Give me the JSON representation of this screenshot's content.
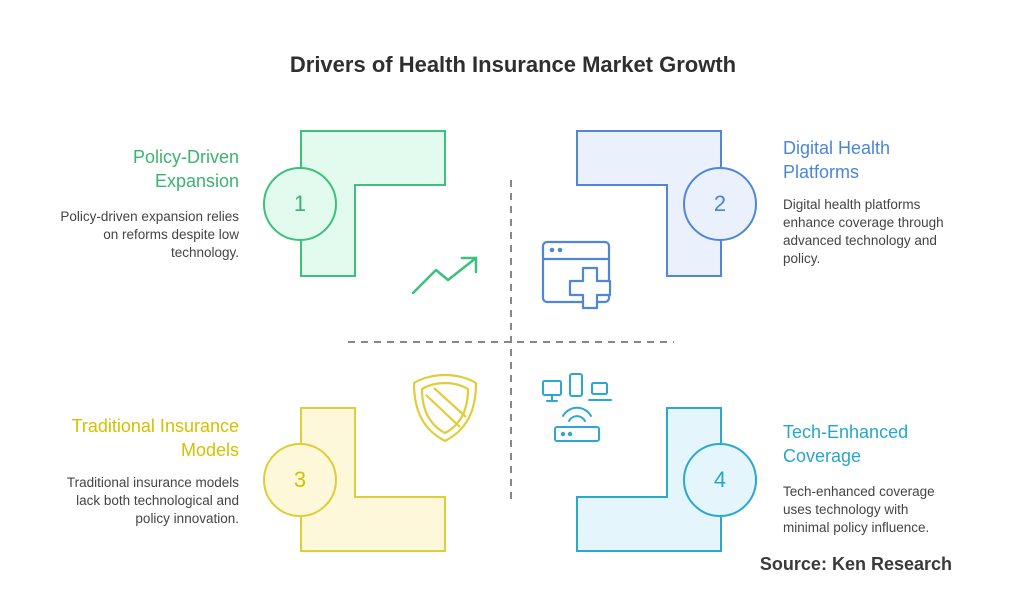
{
  "title": "Drivers of Health Insurance Market Growth",
  "source": "Source: Ken Research",
  "quadrants": [
    {
      "number": "1",
      "title": "Policy-Driven Expansion",
      "desc": "Policy-driven expansion relies on reforms despite low technology.",
      "color": "#3cc07a",
      "fill": "#e2fbee",
      "text_color": "#3cb371"
    },
    {
      "number": "2",
      "title": "Digital Health Platforms",
      "desc": "Digital health platforms enhance coverage through advanced technology and policy.",
      "color": "#4f86d8",
      "fill": "#ebf1fc",
      "text_color": "#4a86d8"
    },
    {
      "number": "3",
      "title": "Traditional Insurance Models",
      "desc": "Traditional insurance models lack both technological and policy innovation.",
      "color": "#e0cd3a",
      "fill": "#fcf8d9",
      "text_color": "#d4c100"
    },
    {
      "number": "4",
      "title": "Tech-Enhanced Coverage",
      "desc": "Tech-enhanced coverage uses technology with minimal policy influence.",
      "color": "#2aa8cf",
      "fill": "#e4f6fc",
      "text_color": "#27a6cc"
    }
  ],
  "icons": [
    "trend-up-icon",
    "health-app-icon",
    "shield-icon",
    "devices-router-icon"
  ]
}
